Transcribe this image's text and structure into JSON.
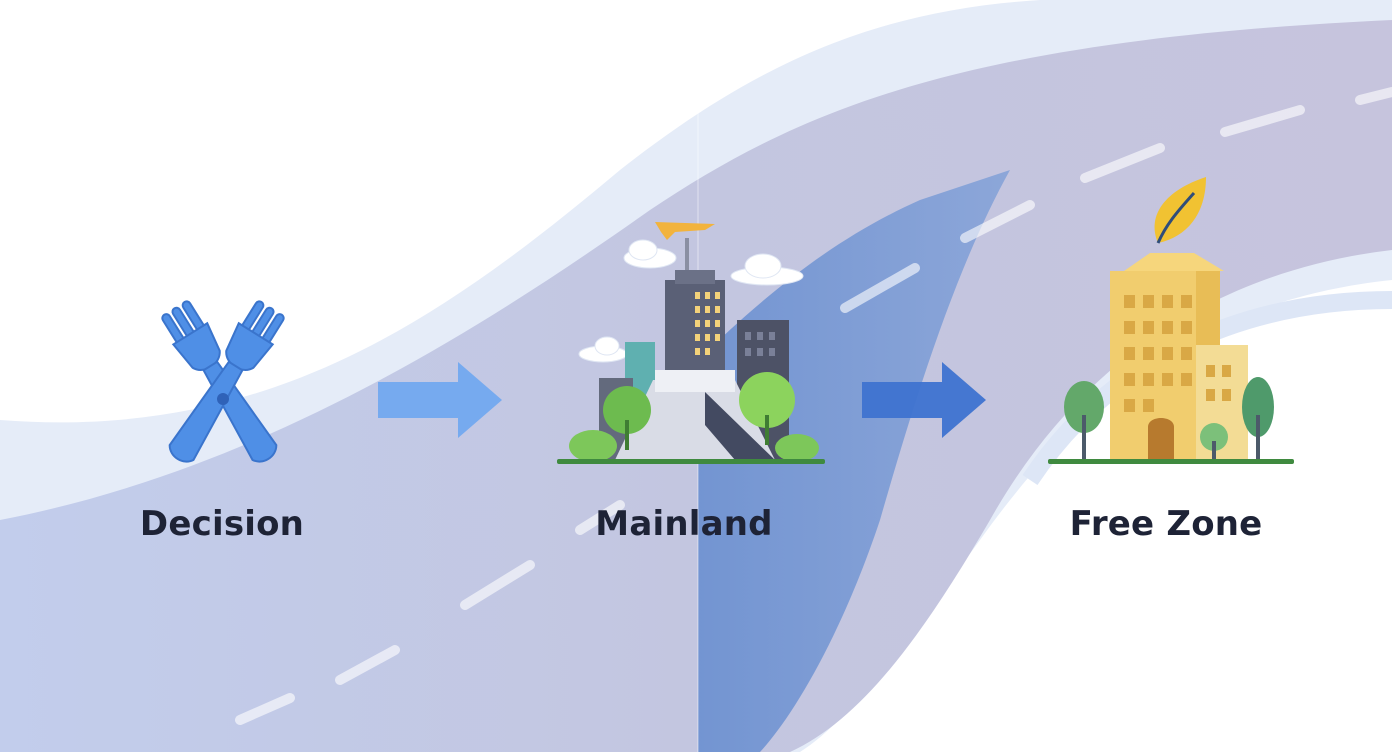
{
  "steps": [
    {
      "label": "Decision",
      "icon": "crossed-forks-icon"
    },
    {
      "label": "Mainland",
      "icon": "city-skyline-icon"
    },
    {
      "label": "Free Zone",
      "icon": "green-building-icon"
    }
  ],
  "connectors": [
    "right-arrow-icon",
    "right-arrow-icon"
  ],
  "colors": {
    "road": "#b7c2e2",
    "road_dark": "#6f91cd",
    "arrow_light": "#6ea6ef",
    "arrow_dark": "#3e73d0",
    "fork": "#4f8fe6",
    "building_gold": "#f1cd6e",
    "text": "#1e2336"
  }
}
